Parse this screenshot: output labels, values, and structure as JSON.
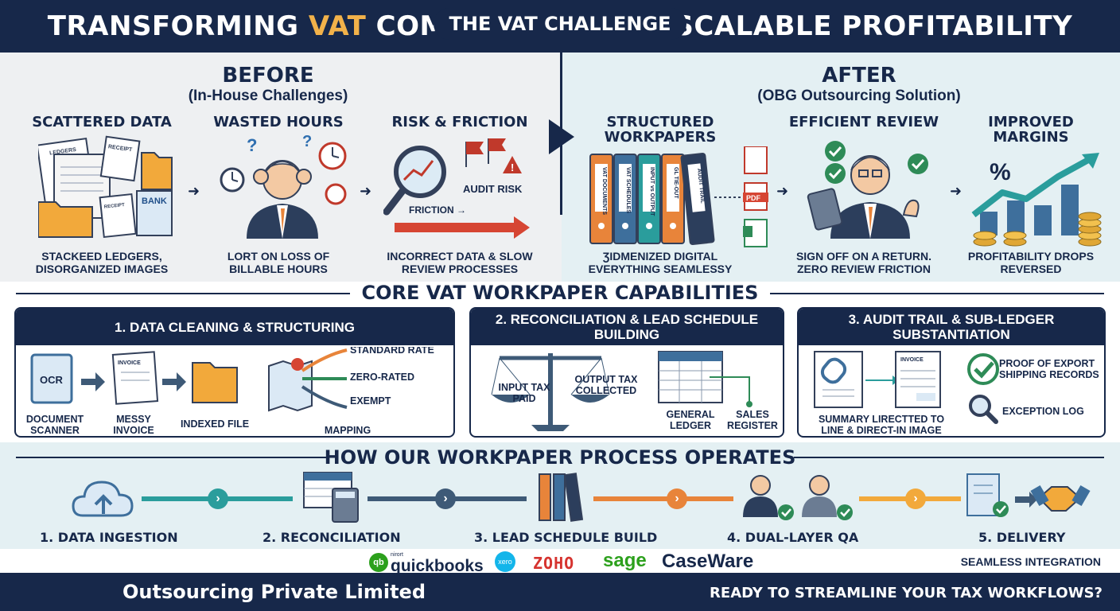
{
  "header": {
    "title_pre": "TRANSFORMING ",
    "title_accent": "VAT",
    "title_post": " COMPLIANCE INTO SCALABLE PROFITABILITY"
  },
  "challenge": {
    "pill": "THE VAT CHALLENGE",
    "before_title": "BEFORE",
    "before_sub": "(In-House Challenges)",
    "after_title": "AFTER",
    "after_sub": "(OBG Outsourcing Solution)",
    "before_steps": [
      {
        "title": "SCATTERED DATA",
        "caption": "STACKEED LEDGERS, DISORGANIZED IMAGES",
        "labels": [
          "LEDGERS",
          "RECEIPT",
          "RECEIPT",
          "BANK"
        ]
      },
      {
        "title": "WASTED HOURS",
        "caption": "LORT ON LOSS OF BILLABLE HOURS"
      },
      {
        "title": "RISK & FRICTION",
        "caption": "INCORRECT DATA & SLOW REVIEW PROCESSES",
        "labels": [
          "AUDIT RISK",
          "FRICTION →"
        ]
      }
    ],
    "after_steps": [
      {
        "title": "STRUCTURED WORKPAPERS",
        "caption": "ƷIDMENIZED DIGITAL EVERYTHING SEAMLESSY",
        "binders": [
          "VAT DOCUMENTS",
          "VAT SCHEDULES",
          "INPUT vs OUTPUT",
          "GL TIE-OUT",
          "AUDIT TRAIL"
        ],
        "pdf": "PDF"
      },
      {
        "title": "EFFICIENT REVIEW",
        "caption": "SIGN OFF ON A RETURN. ZERO REVIEW FRICTION"
      },
      {
        "title": "IMPROVED MARGINS",
        "caption": "PROFITABILITY DROPS REVERSED",
        "percent": "%"
      }
    ]
  },
  "capabilities": {
    "title": "CORE VAT WORKPAPER CAPABILITIES",
    "cards": [
      {
        "title": "1. DATA CLEANING & STRUCTURING",
        "items": [
          "DOCUMENT SCANNER",
          "MESSY INVOICE",
          "INDEXED FILE",
          "MAPPING"
        ],
        "ocr": "OCR",
        "invoice": "INVOICE",
        "mapping": [
          "STANDARD RATE",
          "ZERO-RATED",
          "EXEMPT"
        ]
      },
      {
        "title": "2. RECONCILIATION & LEAD SCHEDULE BUILDING",
        "items": [
          "INPUT TAX PAID",
          "OUTPUT TAX COLLECTED",
          "GENERAL LEDGER",
          "SALES REGISTER"
        ]
      },
      {
        "title": "3. AUDIT TRAIL & SUB-LEDGER SUBSTANTIATION",
        "items": [
          "SUMMARY LIRECTTED TO LINE & DIRECT-IN IMAGE",
          "PROOF OF EXPORT SHIPPING RECORDS",
          "EXCEPTION LOG"
        ],
        "invoice": "INVOICE"
      }
    ]
  },
  "process": {
    "title": "HOW OUR WORKPAPER PROCESS OPERATES",
    "steps": [
      "1. DATA INGESTION",
      "2. RECONCILIATION",
      "3. LEAD SCHEDULE BUILD",
      "4. DUAL-LAYER QA",
      "5. DELIVERY"
    ],
    "node_glyph": "›",
    "colors": [
      "#2a9d9c",
      "#3e5a77",
      "#e8843a",
      "#f2a93b"
    ]
  },
  "integrations": {
    "logos": [
      "quickbooks",
      "xero",
      "ZOHO",
      "sage",
      "CaseWare"
    ],
    "qb_prefix": "nirort",
    "label": "SEAMLESS INTEGRATION"
  },
  "footer": {
    "left": "Outsourcing Private Limited",
    "right": "READY TO STREAMLINE YOUR TAX WORKFLOWS?"
  }
}
